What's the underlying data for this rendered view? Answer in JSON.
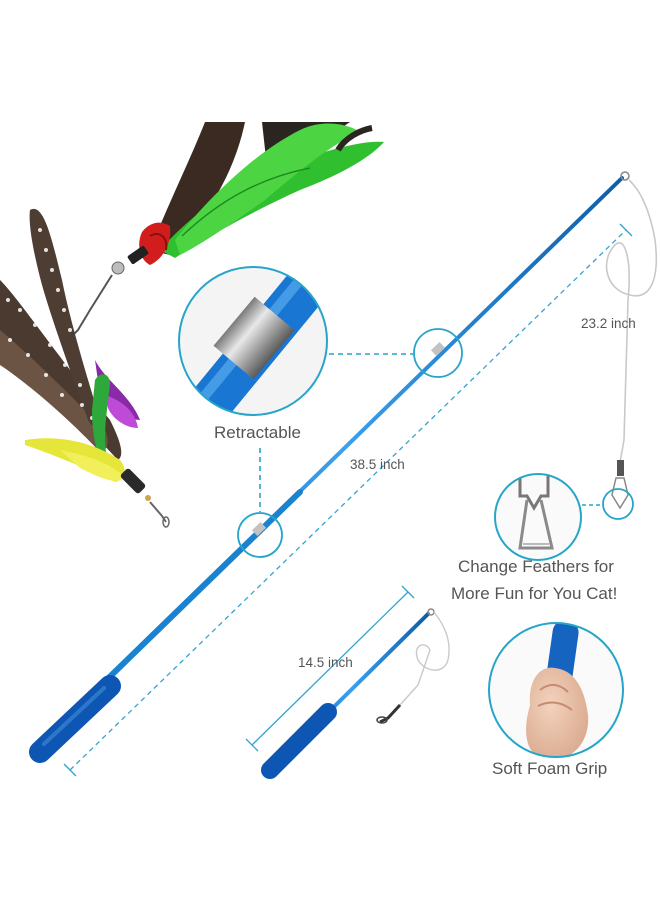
{
  "labels": {
    "retractable": "Retractable",
    "length_full": "38.5 inch",
    "length_string": "23.2 inch",
    "length_short": "14.5 inch",
    "change_feathers_line1": "Change Feathers for",
    "change_feathers_line2": "More Fun for You Cat!",
    "soft_grip": "Soft Foam Grip"
  },
  "colors": {
    "wand_blue": "#1f8fd8",
    "grip_blue": "#1565c0",
    "callout_teal": "#26a5c9",
    "text_gray": "#555555"
  }
}
